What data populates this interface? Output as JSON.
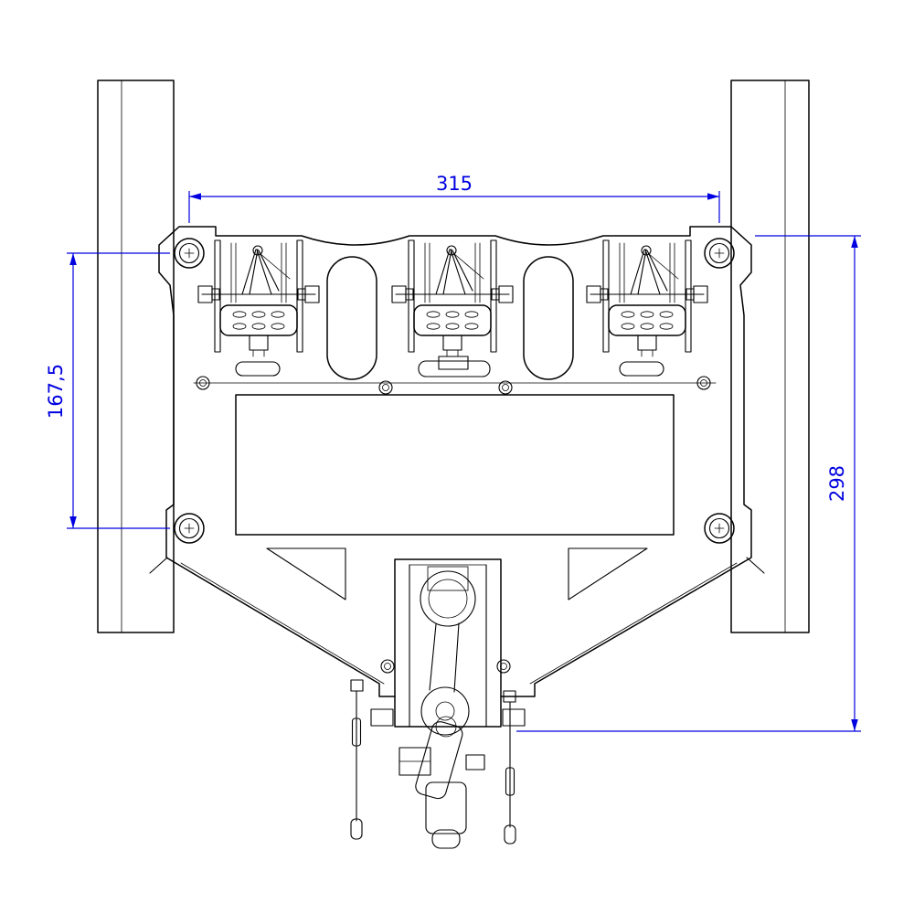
{
  "drawing": {
    "type": "technical-cad-drawing",
    "background_color": "#ffffff",
    "line_color": "#000000",
    "dimension_color": "#0000e0",
    "dimensions": {
      "top_width": {
        "label": "315"
      },
      "left_height": {
        "label": "167,5"
      },
      "right_height": {
        "label": "298"
      }
    }
  }
}
